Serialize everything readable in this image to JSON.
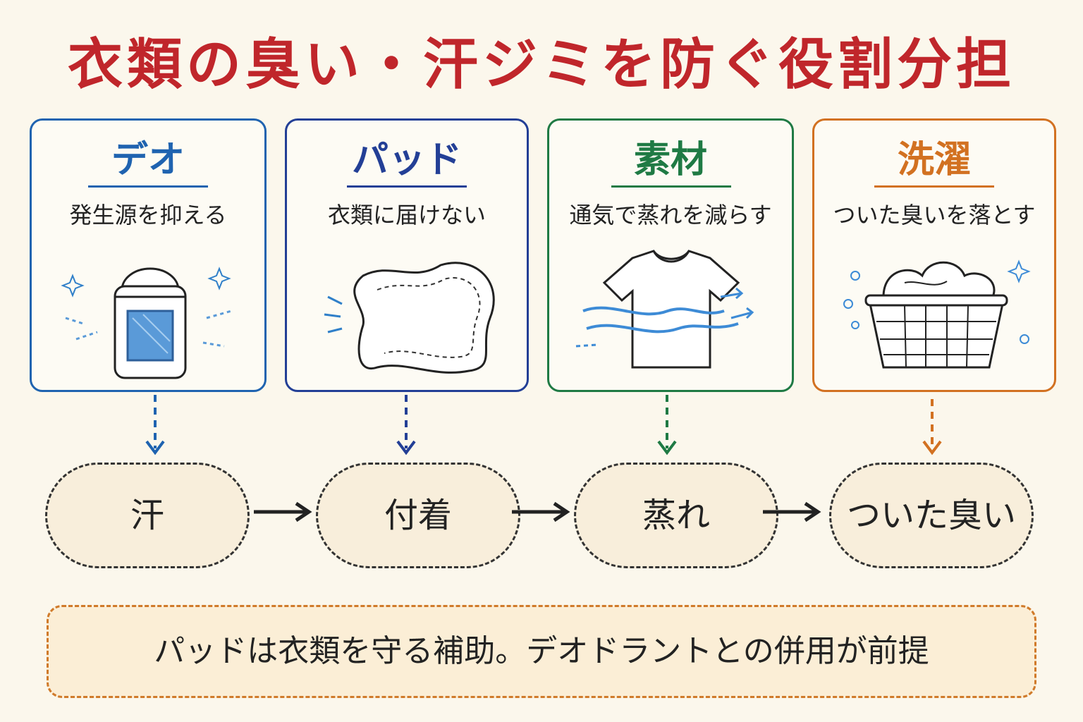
{
  "title": "衣類の臭い・汗ジミを防ぐ役割分担",
  "colors": {
    "title": "#c0262b",
    "deo": "#1f63b0",
    "pad": "#233f96",
    "material": "#1f7a44",
    "laundry": "#d27121",
    "node_border": "#333333",
    "note_border": "#d07a2a"
  },
  "cards": [
    {
      "title": "デオ",
      "desc": "発生源を抑える",
      "icon": "deodorant-stick-icon"
    },
    {
      "title": "パッド",
      "desc": "衣類に届けない",
      "icon": "sweat-pad-icon"
    },
    {
      "title": "素材",
      "desc": "通気で蒸れを減らす",
      "icon": "tshirt-airflow-icon"
    },
    {
      "title": "洗濯",
      "desc": "ついた臭いを落とす",
      "icon": "laundry-basket-icon"
    }
  ],
  "flow": [
    "汗",
    "付着",
    "蒸れ",
    "ついた臭い"
  ],
  "note": "パッドは衣類を守る補助。デオドラントとの併用が前提"
}
